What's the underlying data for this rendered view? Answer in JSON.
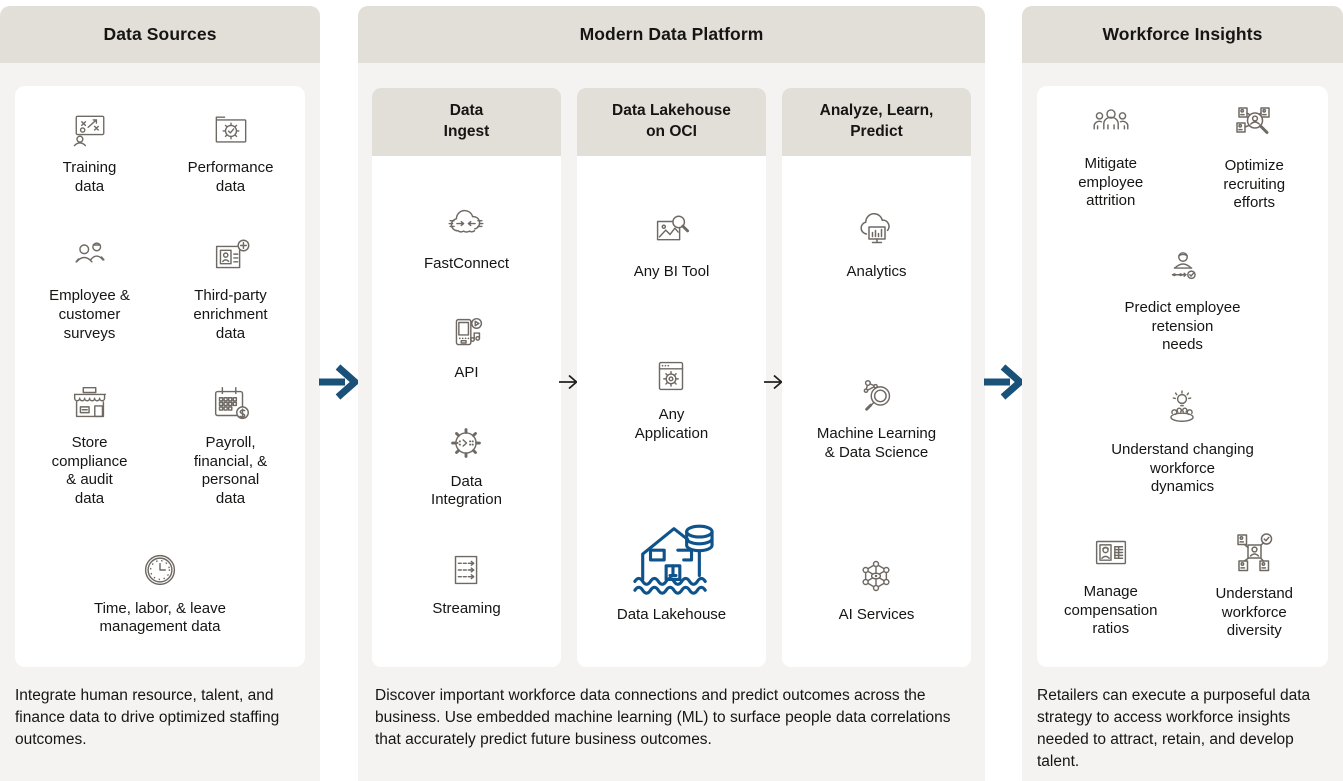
{
  "diagram": {
    "data_sources": {
      "title": "Data Sources",
      "items": [
        "Training\ndata",
        "Performance\ndata",
        "Employee &\ncustomer\nsurveys",
        "Third-party\nenrichment\ndata",
        "Store\ncompliance\n& audit\ndata",
        "Payroll,\nfinancial, &\npersonal\ndata",
        "Time, labor, & leave\nmanagement data"
      ],
      "caption": "Integrate human resource, talent, and finance data to drive optimized staffing outcomes."
    },
    "platform": {
      "title": "Modern Data Platform",
      "ingest": {
        "title": "Data\nIngest",
        "items": [
          "FastConnect",
          "API",
          "Data\nIntegration",
          "Streaming"
        ]
      },
      "lakehouse": {
        "title": "Data Lakehouse\non OCI",
        "items": [
          "Any BI Tool",
          "Any\nApplication",
          "Data Lakehouse"
        ]
      },
      "analyze": {
        "title": "Analyze, Learn,\nPredict",
        "items": [
          "Analytics",
          "Machine Learning\n& Data Science",
          "AI Services"
        ]
      },
      "caption": "Discover important workforce data connections and predict outcomes across the business. Use embedded machine learning (ML) to surface people data correlations that accurately predict future business outcomes."
    },
    "insights": {
      "title": "Workforce Insights",
      "items": [
        "Mitigate\nemployee\nattrition",
        "Optimize\nrecruiting\nefforts",
        "Predict employee\nretension\nneeds",
        "Understand changing\nworkforce\ndynamics",
        "Manage\ncompensation\nratios",
        "Understand\nworkforce\ndiversity"
      ],
      "caption": "Retailers can execute a purposeful data strategy to access workforce insights needed to attract, retain, and develop talent."
    },
    "icons": {
      "data_sources": [
        "strategy-board-icon",
        "folder-badge-icon",
        "people-pair-icon",
        "folder-id-plus-icon",
        "storefront-icon",
        "calendar-dollar-icon",
        "clock-icon"
      ],
      "ingest": [
        "fastconnect-cloud-icon",
        "api-device-icon",
        "integration-gear-icon",
        "streaming-arrows-icon"
      ],
      "lakehouse": [
        "bi-image-magnifier-icon",
        "application-window-gear-icon",
        "lakehouse-house-db-icon"
      ],
      "analyze": [
        "analytics-cloud-monitor-icon",
        "ml-magnifier-molecule-icon",
        "ai-network-eye-icon"
      ],
      "insights": [
        "people-group-icon",
        "recruiting-magnifier-icon",
        "retention-timeline-icon",
        "lightbulb-table-icon",
        "compensation-card-icon",
        "diversity-network-icon"
      ]
    },
    "colors": {
      "arrow_blue": "#1A5178",
      "lakehouse_blue": "#0E538B",
      "header_band": "#E2DFD9",
      "column_bg": "#F4F3F1",
      "icon_stroke": "#6F6963"
    }
  }
}
